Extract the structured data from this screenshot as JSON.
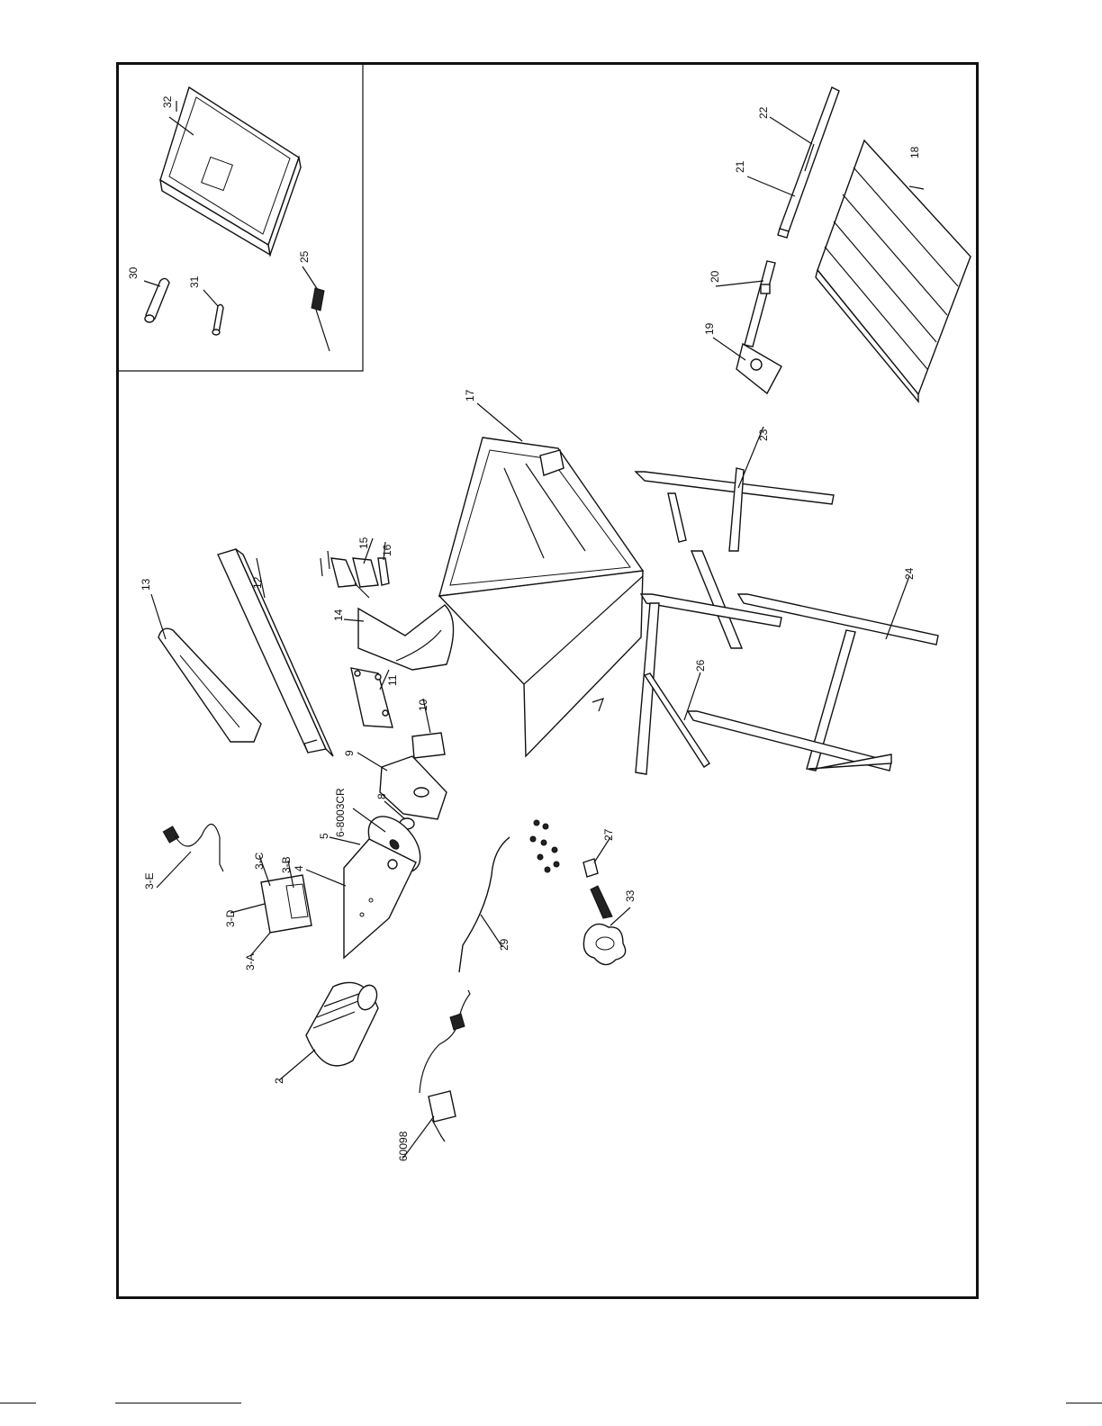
{
  "labels": {
    "l32": "32",
    "l30": "30",
    "l31": "31",
    "l25": "25",
    "l22": "22",
    "l21": "21",
    "l18": "18",
    "l20": "20",
    "l19": "19",
    "l17": "17",
    "l23": "23",
    "l24": "24",
    "l26": "26",
    "l13": "13",
    "l12": "12",
    "l15": "15",
    "l16": "16",
    "l14": "14",
    "l11": "11",
    "l10": "10",
    "l9": "9",
    "l8": "8",
    "l6": "6-8003CR",
    "l5": "5",
    "l4": "4",
    "l3e": "3-E",
    "l3c": "3-C",
    "l3b": "3-B",
    "l3d": "3-D",
    "l3a": "3-A",
    "l27": "27",
    "l33": "33",
    "l29": "29",
    "l2": "2",
    "l60098": "60098"
  },
  "colors": {
    "line": "#111111",
    "background": "#ffffff"
  }
}
